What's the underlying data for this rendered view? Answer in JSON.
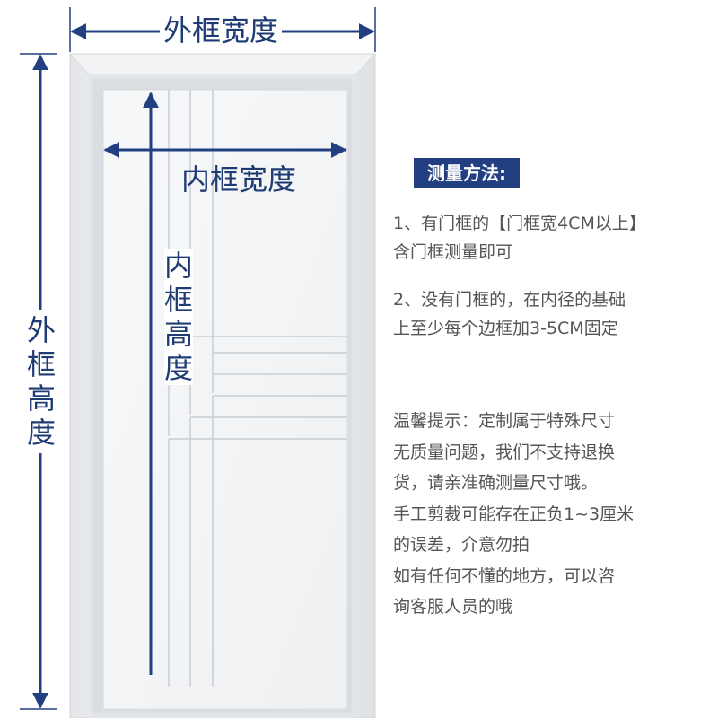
{
  "labels": {
    "outer_width": "外框宽度",
    "inner_width": "内框宽度",
    "inner_height": [
      "内",
      "框",
      "高",
      "度"
    ],
    "outer_height": [
      "外",
      "框",
      "高",
      "度"
    ]
  },
  "method": {
    "title": "测量方法:",
    "note1": [
      "1、有门框的【门框宽4CM以上】",
      "含门框测量即可"
    ],
    "note2": [
      "2、没有门框的，在内径的基础",
      "上至少每个边框加3-5CM固定"
    ]
  },
  "tips": [
    "温馨提示：定制属于特殊尺寸",
    "无质量问题，我们不支持退换",
    "货，请亲准确测量尺寸哦。",
    "手工剪裁可能存在正负1~3厘米",
    "的误差，介意勿拍",
    "如有任何不懂的地方，可以咨",
    "询客服人员的哦"
  ],
  "colors": {
    "arrow": "#223f82",
    "door": "#f4f5f6",
    "frame": "#eceef0",
    "text": "#555555"
  }
}
